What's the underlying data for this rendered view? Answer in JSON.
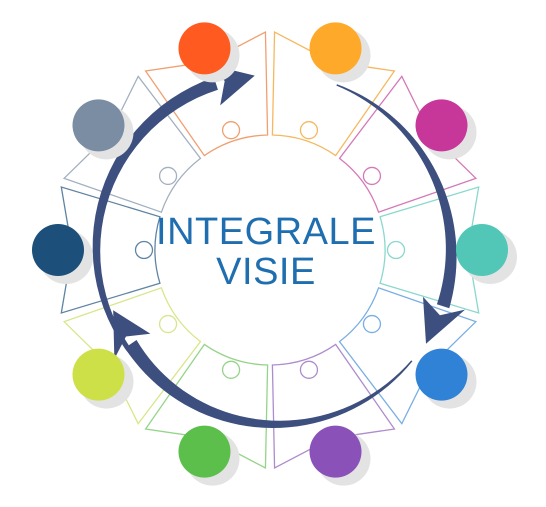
{
  "title": {
    "line1": "INTEGRALE",
    "line2": "VISIE"
  },
  "colors": {
    "arrow": "#3d4f7e",
    "title": "#1f6fb0",
    "node_shadow": "#e3e3e3",
    "connector_stroke": "#9a9a9a"
  },
  "segments": [
    {
      "name": "orange-red",
      "color": "#ff5a1f",
      "outline": "#f0a070"
    },
    {
      "name": "orange",
      "color": "#ffa92a",
      "outline": "#f5b860"
    },
    {
      "name": "magenta",
      "color": "#c7379a",
      "outline": "#d478b8"
    },
    {
      "name": "teal",
      "color": "#52c7b8",
      "outline": "#8ad8cd"
    },
    {
      "name": "blue",
      "color": "#2f82d6",
      "outline": "#7aaee3"
    },
    {
      "name": "purple",
      "color": "#8a52b8",
      "outline": "#ae8ccc"
    },
    {
      "name": "green",
      "color": "#5cbf4c",
      "outline": "#94d488"
    },
    {
      "name": "yellow-green",
      "color": "#cde048",
      "outline": "#d8e68a"
    },
    {
      "name": "navy",
      "color": "#1c4f7a",
      "outline": "#5f84a3"
    },
    {
      "name": "slate",
      "color": "#7b8da3",
      "outline": "#a3b0c0"
    }
  ]
}
